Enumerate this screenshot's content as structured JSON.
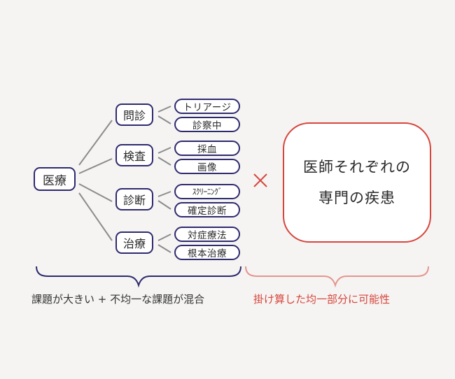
{
  "colors": {
    "navy": "#2e2a6e",
    "red": "#d8453d",
    "red_brace": "#e4968f",
    "connector": "#8c8c8c",
    "background": "#f5f4f2"
  },
  "tree": {
    "root": "医療",
    "branches": [
      {
        "label": "問診",
        "children": [
          "トリアージ",
          "診察中"
        ]
      },
      {
        "label": "検査",
        "children": [
          "採血",
          "画像"
        ]
      },
      {
        "label": "診断",
        "children": [
          "ｽｸﾘｰﾆﾝｸﾞ",
          "確定診断"
        ]
      },
      {
        "label": "治療",
        "children": [
          "対症療法",
          "根本治療"
        ]
      }
    ]
  },
  "operator": "×",
  "specialty_box": {
    "line1": "医師それぞれの",
    "line2": "専門の疾患"
  },
  "captions": {
    "left": "課題が大きい + 不均一な課題が混合",
    "right": "掛け算した均一部分に可能性"
  }
}
